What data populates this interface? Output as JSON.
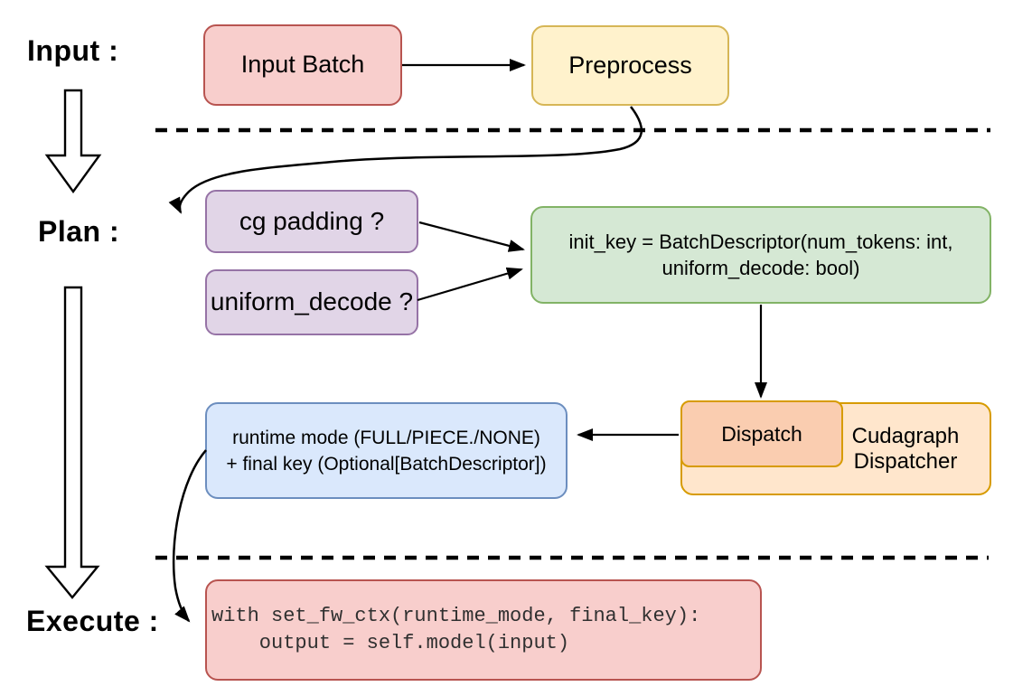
{
  "stage_labels": {
    "input": "Input :",
    "plan": "Plan :",
    "execute": "Execute :"
  },
  "nodes": {
    "input_batch": {
      "label": "Input Batch"
    },
    "preprocess": {
      "label": "Preprocess"
    },
    "cg_padding": {
      "label": "cg padding ?"
    },
    "uniform_decode": {
      "label": "uniform_decode ?"
    },
    "init_key": {
      "line1": "init_key = BatchDescriptor(num_tokens: int,",
      "line2": "uniform_decode: bool)"
    },
    "runtime_mode": {
      "line1": "runtime mode (FULL/PIECE./NONE)",
      "line2": "+ final key (Optional[BatchDescriptor])"
    },
    "dispatch": {
      "label": "Dispatch"
    },
    "cudagraph_dispatcher": {
      "line1": "Cudagraph",
      "line2": "Dispatcher"
    },
    "execute_code": {
      "line1": "with set_fw_ctx(runtime_mode, final_key):",
      "line2": "    output = self.model(input)"
    }
  },
  "colors": {
    "red_fill": "#F8CECC",
    "red_border": "#B85450",
    "yellow_fill": "#FFF2CC",
    "yellow_border": "#D6B656",
    "purple_fill": "#E1D5E7",
    "purple_border": "#9673A6",
    "green_fill": "#D5E8D4",
    "green_border": "#82B366",
    "blue_fill": "#DAE8FC",
    "blue_border": "#6C8EBF",
    "orange_fill": "#FFE6CC",
    "orange_border": "#D79B00",
    "dispatch_fill": "#FACDB0",
    "arrow_color": "#000000"
  }
}
